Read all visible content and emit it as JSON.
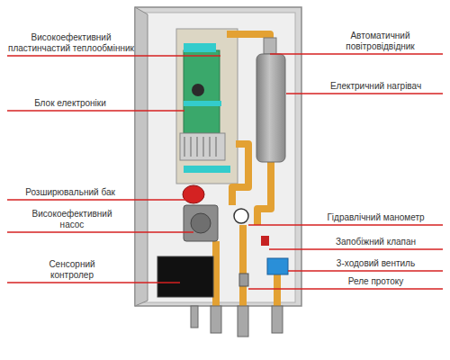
{
  "diagram": {
    "labels": [
      "Високоефективний пластинчастий теплообмінник",
      "Блок електроніки",
      "Розширювальний бак",
      "Високоефективний насос",
      "Сенсорний контролер",
      "Автоматичний повітровідвідник",
      "Електричний нагрівач",
      "Гідравлічний манометр",
      "Запобіжний клапан",
      "3-ходовий вентиль",
      "Реле протоку"
    ]
  }
}
